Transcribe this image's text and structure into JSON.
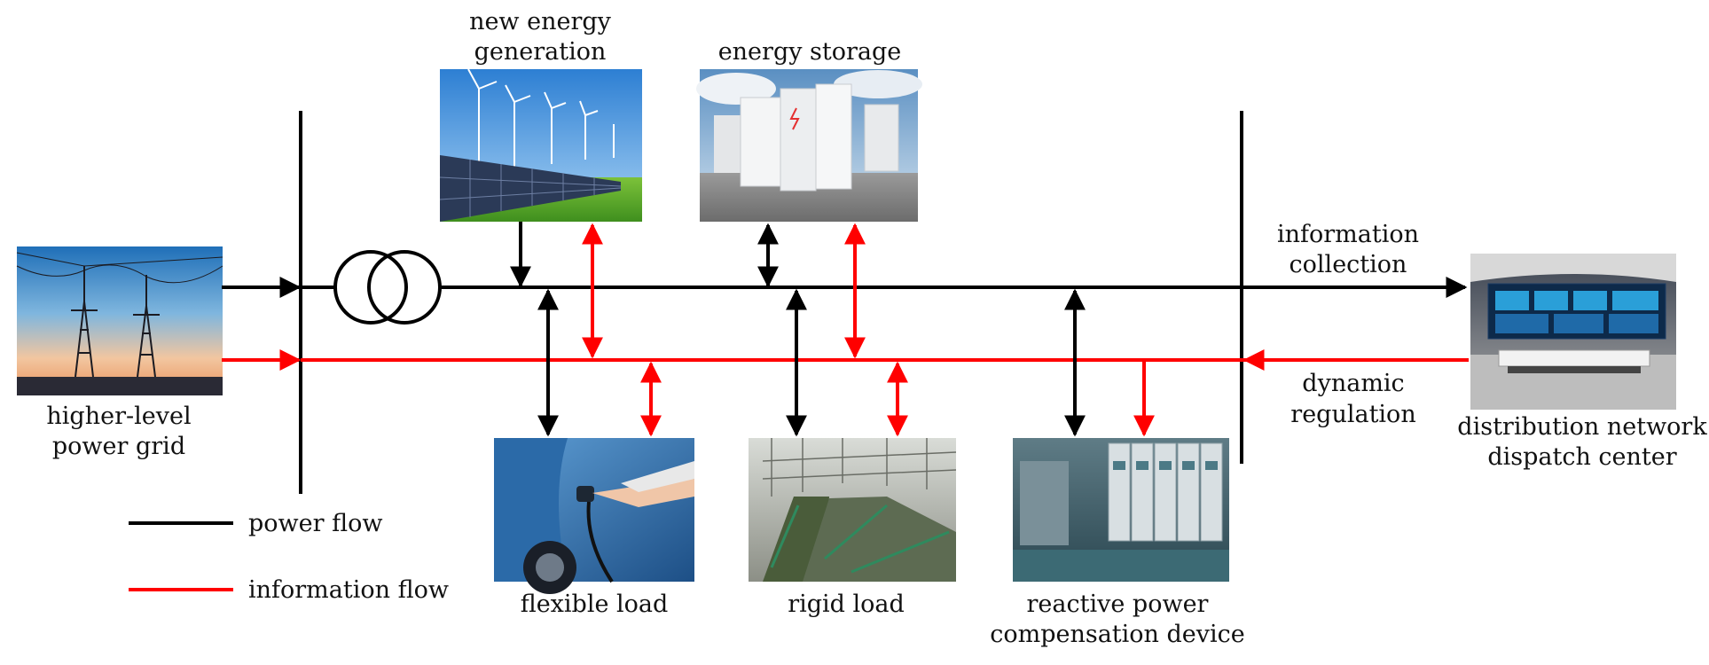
{
  "colors": {
    "power": "#000000",
    "info": "#ff0000"
  },
  "labels": {
    "new_energy": [
      "new energy",
      "generation"
    ],
    "energy_storage": "energy storage",
    "info_collection": [
      "information",
      "collection"
    ],
    "dynamic_regulation": [
      "dynamic",
      "regulation"
    ],
    "higher_grid": [
      "higher-level",
      "power grid"
    ],
    "dispatch_center": [
      "distribution network",
      "dispatch center"
    ],
    "flexible_load": "flexible load",
    "rigid_load": "rigid load",
    "reactive_device": [
      "reactive power",
      "compensation device"
    ]
  },
  "legend": {
    "power_flow": "power flow",
    "info_flow": "information flow"
  },
  "images": {
    "higher_grid": "transmission-towers-photo",
    "new_energy": "wind-solar-farm-photo",
    "energy_storage": "battery-storage-cabinets-photo",
    "flexible_load": "ev-charging-photo",
    "rigid_load": "factory-conveyor-photo",
    "reactive_device": "switchgear-room-photo",
    "dispatch_center": "control-room-photo"
  }
}
